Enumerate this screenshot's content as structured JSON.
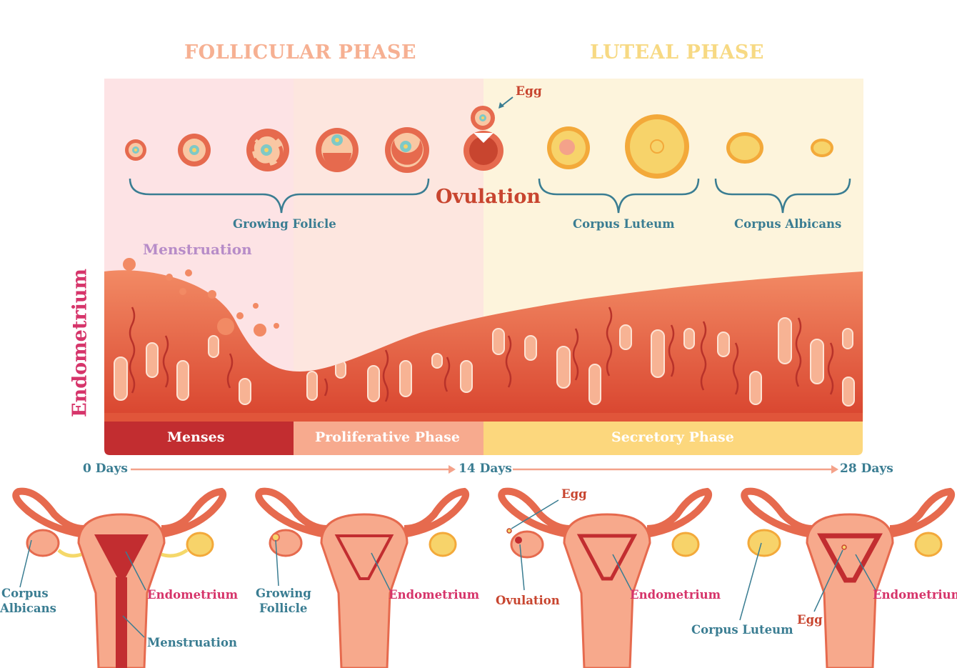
{
  "phases": {
    "follicular": "FOLLICULAR PHASE",
    "luteal": "LUTEAL PHASE"
  },
  "top_labels": {
    "egg": "Egg",
    "ovulation": "Ovulation",
    "growing_follicle": "Growing Folicle",
    "corpus_luteum": "Corpus Luteum",
    "corpus_albicans": "Corpus Albicans",
    "menstruation": "Menstruation",
    "endometrium": "Endometrium"
  },
  "stages": {
    "menses": "Menses",
    "proliferative": "Proliferative Phase",
    "secretory": "Secretory Phase"
  },
  "timeline": {
    "start": "0 Days",
    "mid": "14 Days",
    "end": "28 Days"
  },
  "uterus_panels": {
    "p1_corpus_line1": "Corpus",
    "p1_corpus_line2": "Albicans",
    "p1_endometrium": "Endometrium",
    "p1_menstruation": "Menstruation",
    "p2_growing_line1": "Growing",
    "p2_growing_line2": "Follicle",
    "p2_endometrium": "Endometrium",
    "p3_egg": "Egg",
    "p3_ovulation": "Ovulation",
    "p3_endometrium": "Endometrium",
    "p4_corpus_luteum": "Corpus Luteum",
    "p4_egg": "Egg",
    "p4_endometrium": "Endometrium"
  },
  "colors": {
    "follicular_bg": "#fde3e5",
    "proliferative_bg": "#fde6df",
    "luteal_bg": "#fdf4dc",
    "menses_bar": "#c22d30",
    "proliferative_bar": "#f7aa8e",
    "secretory_bar": "#fcd77d",
    "tissue_dark": "#d9573a",
    "tissue_light": "#f7b394",
    "teal": "#3a7d92",
    "pink": "#d6346a",
    "red_label": "#c8452f"
  }
}
